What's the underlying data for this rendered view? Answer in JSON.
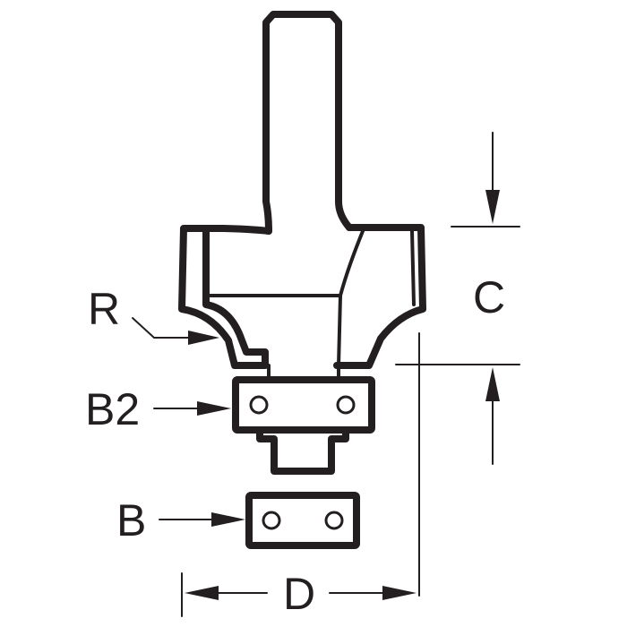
{
  "labels": {
    "radius": "R",
    "bearing_b2": "B2",
    "bearing_b": "B",
    "cut_length": "C",
    "diameter": "D"
  },
  "colors": {
    "ink": "#231f20",
    "background": "#ffffff"
  }
}
